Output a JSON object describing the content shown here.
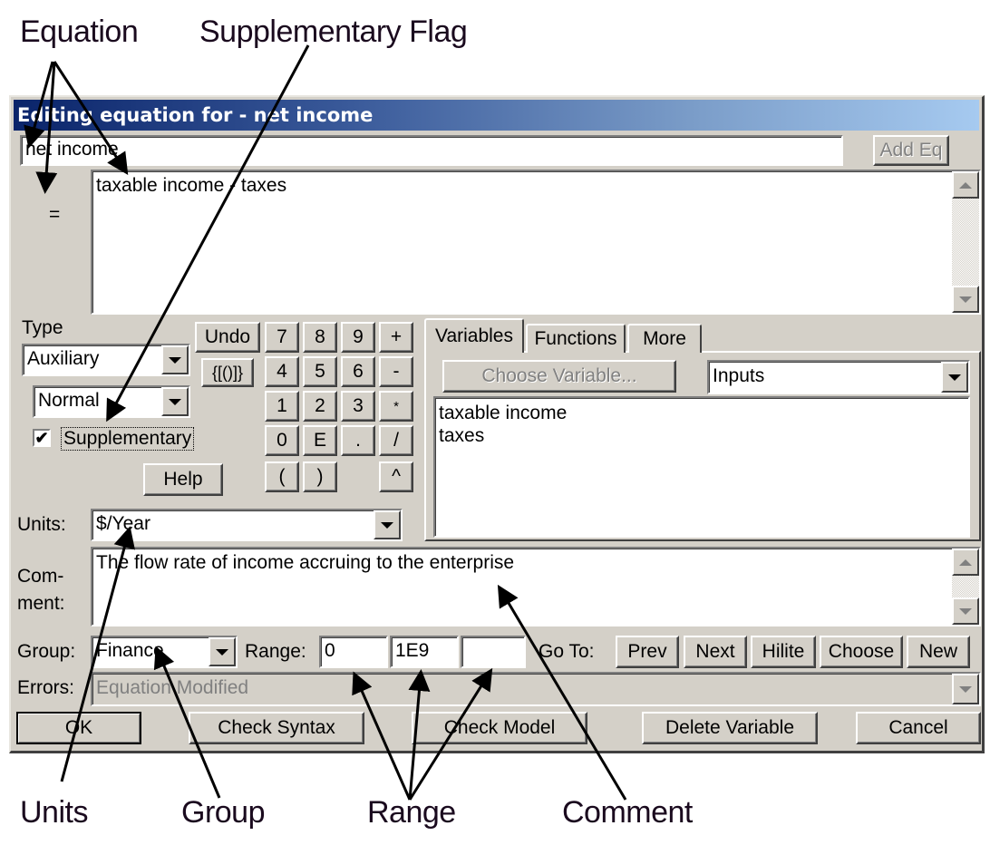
{
  "annotations": {
    "top": [
      "Equation",
      "Supplementary Flag"
    ],
    "bottom": [
      "Units",
      "Group",
      "Range",
      "Comment"
    ]
  },
  "dialog": {
    "title": "Editing equation for - net income",
    "variable_name": "net income",
    "add_eq_label": "Add Eq",
    "equals_label": "=",
    "equation_text": "taxable income - taxes",
    "type_label": "Type",
    "type_value": "Auxiliary",
    "subtype_value": "Normal",
    "supplementary_label": "Supplementary",
    "supplementary_checked": true,
    "checkbox_mark": "✔",
    "undo_label": "Undo",
    "brackets_label": "{[()]}",
    "help_label": "Help",
    "keypad": [
      [
        "7",
        "8",
        "9",
        "+"
      ],
      [
        "4",
        "5",
        "6",
        "-"
      ],
      [
        "1",
        "2",
        "3",
        "*"
      ],
      [
        "0",
        "E",
        ".",
        "/"
      ],
      [
        "(",
        ")",
        "",
        "^"
      ]
    ],
    "tabs": [
      {
        "label": "Variables",
        "active": true
      },
      {
        "label": "Functions",
        "active": false
      },
      {
        "label": "More",
        "active": false
      }
    ],
    "choose_variable_label": "Choose Variable...",
    "variable_filter": "Inputs",
    "variable_list": [
      "taxable income",
      "taxes"
    ],
    "units_label": "Units:",
    "units_value": "$/Year",
    "comment_label_1": "Com-",
    "comment_label_2": "ment:",
    "comment_text": "The flow rate of income accruing to the enterprise",
    "group_label": "Group:",
    "group_value": "Finance",
    "range_label": "Range:",
    "range_min": "0",
    "range_max": "1E9",
    "range_increment": "",
    "goto_label": "Go To:",
    "nav_buttons": [
      "Prev",
      "Next",
      "Hilite",
      "Choose",
      "New"
    ],
    "errors_label": "Errors:",
    "errors_text": "Equation Modified",
    "footer_buttons": [
      "OK",
      "Check Syntax",
      "Check Model",
      "Delete Variable",
      "Cancel"
    ]
  }
}
